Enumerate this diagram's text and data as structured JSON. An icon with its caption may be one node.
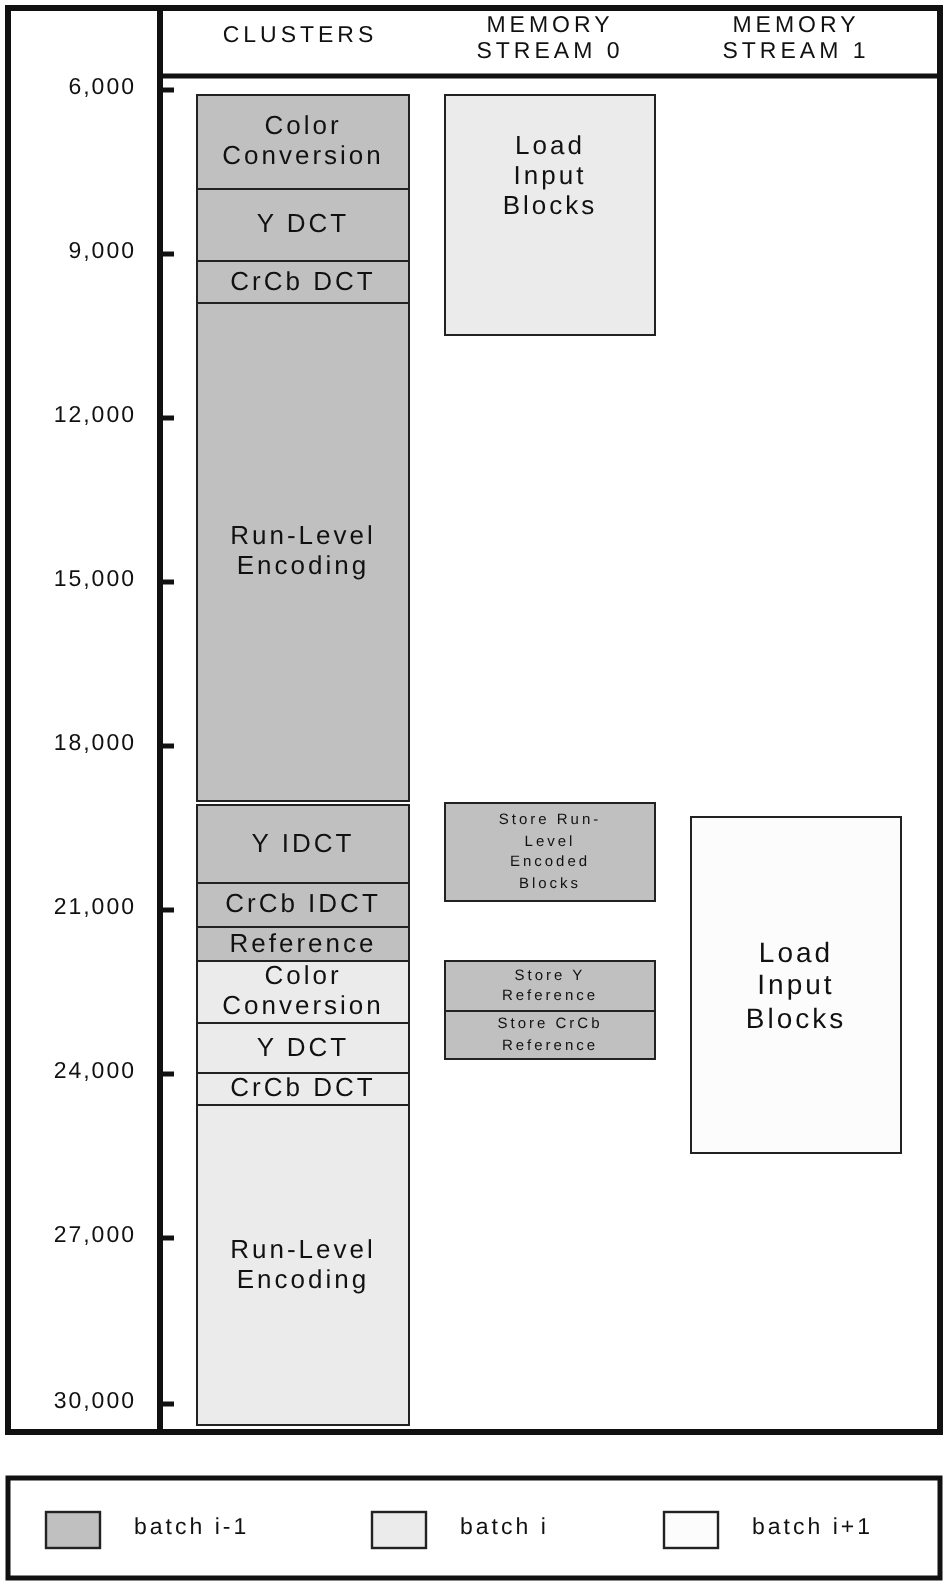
{
  "diagram": {
    "nodes": [
      {
        "text": [
          "Color Conversion"
        ]
      },
      {
        "text": [
          "Y DCT"
        ]
      },
      {
        "text": [
          "CrCb DCT"
        ]
      },
      {
        "text": [
          "Run-Level Encoding"
        ]
      },
      {
        "text": [
          "Load Input Blocks"
        ]
      },
      {
        "text": [
          "Y IDCT"
        ]
      },
      {
        "text": [
          "CrCb IDCT"
        ]
      },
      {
        "text": [
          "Reference"
        ]
      },
      {
        "text": [
          "Color Conversion"
        ]
      },
      {
        "text": [
          "Y DCT"
        ]
      },
      {
        "text": [
          "CrCb DCT"
        ]
      },
      {
        "text": [
          "Run-Level Encoding"
        ]
      },
      {
        "text": [
          "Store Run-Level Encoded Blocks"
        ]
      },
      {
        "text": [
          "Store Y Reference"
        ]
      },
      {
        "text": [
          "Store CrCb Reference"
        ]
      },
      {
        "text": [
          "Load Input Blocks"
        ]
      }
    ],
    "labels": [
      "CLUSTERS",
      "MEMORY STREAM 0",
      "MEMORY STREAM 1",
      "6,000",
      "9,000",
      "12,000",
      "15,000",
      "18,000",
      "21,000",
      "24,000",
      "27,000",
      "30,000"
    ],
    "legend": [
      {
        "text": "batch i-1",
        "color": "#c0c0c0"
      },
      {
        "text": "batch i",
        "color": "#ebebeb"
      },
      {
        "text": "batch i+1",
        "color": "#fcfcfc"
      }
    ]
  }
}
